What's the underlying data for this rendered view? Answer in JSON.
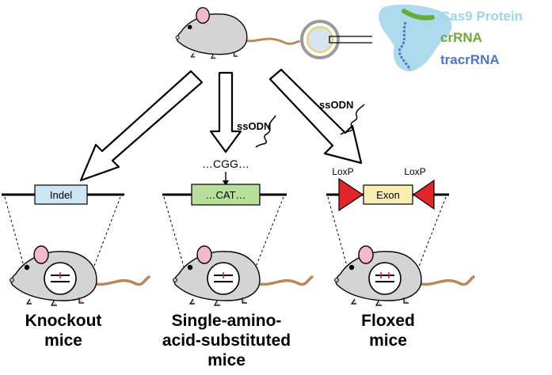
{
  "legend": {
    "cas9": "Cas9 Protein",
    "crrna": "crRNA",
    "tracrrna": "tracrRNA"
  },
  "colors": {
    "cas9": "#9fd3ea",
    "crrna": "#6aaa3a",
    "tracrrna": "#4a78c6",
    "indel_box": "#cde6f6",
    "substitution_box": "#b7df9a",
    "exon_box": "#fbeeb4",
    "loxp": "#e0262b",
    "mouse_body": "#d4d4d4",
    "mouse_ear": "#f3b8c9",
    "mouse_tail": "#b9885a"
  },
  "ssodn": {
    "middle": "ssODN",
    "right": "ssODN"
  },
  "sequence_above": "…CGG…",
  "constructs": {
    "left_box": "Indel",
    "middle_box": "…CAT…",
    "right_box": "Exon",
    "loxp_left": "LoxP",
    "loxp_right": "LoxP"
  },
  "outcomes": {
    "knockout": [
      "Knockout",
      "mice"
    ],
    "substituted": [
      "Single-amino-",
      "acid-substituted",
      "mice"
    ],
    "floxed": [
      "Floxed",
      "mice"
    ]
  }
}
